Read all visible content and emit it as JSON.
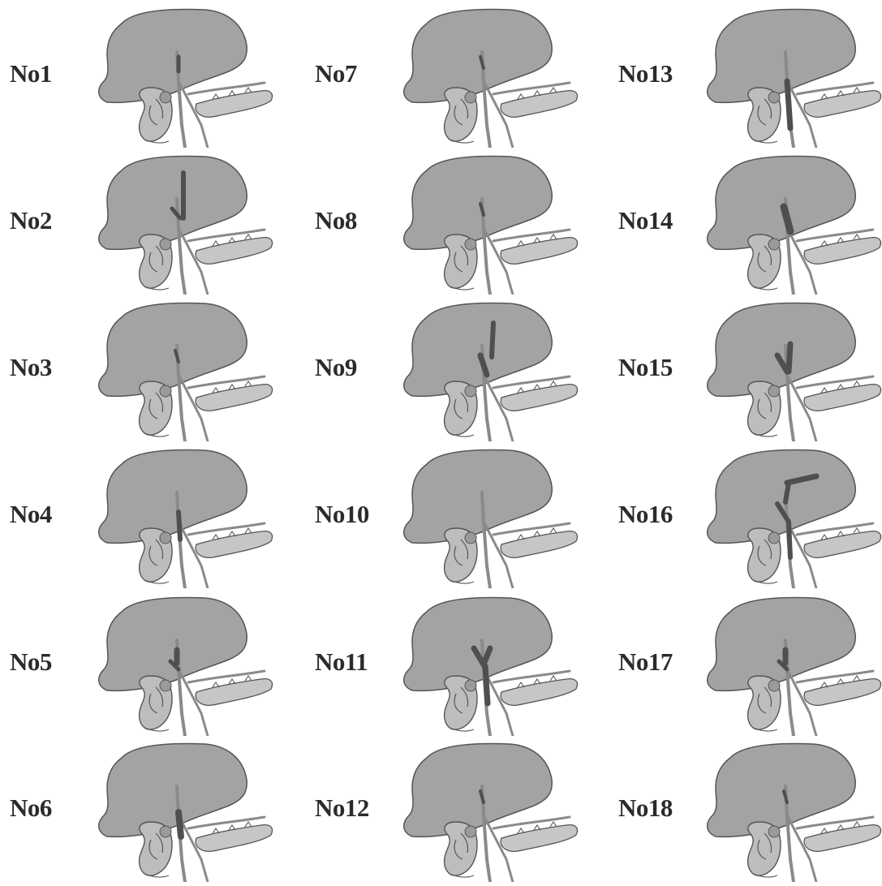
{
  "colors": {
    "liver": "#a3a3a3",
    "liver_edge": "#555555",
    "duct": "#8a8a8a",
    "highlight": "#4f4f4f",
    "stomach": "#bdbdbd",
    "pancreas": "#c6c6c6",
    "label": "#2b2b2b"
  },
  "icon": "liver-biliary-anatomy-icon",
  "panels": [
    {
      "label": "No1",
      "variant": "common-duct-faint"
    },
    {
      "label": "No2",
      "variant": "left-duct-long"
    },
    {
      "label": "No3",
      "variant": "hilum-faint"
    },
    {
      "label": "No4",
      "variant": "cbd-segment"
    },
    {
      "label": "No5",
      "variant": "hilum-branch"
    },
    {
      "label": "No6",
      "variant": "cbd-lower"
    },
    {
      "label": "No7",
      "variant": "hilum-faint"
    },
    {
      "label": "No8",
      "variant": "hilum-faint"
    },
    {
      "label": "No9",
      "variant": "left-duct-long-cbd"
    },
    {
      "label": "No10",
      "variant": "none"
    },
    {
      "label": "No11",
      "variant": "hilum-wide-cbd"
    },
    {
      "label": "No12",
      "variant": "hilum-faint"
    },
    {
      "label": "No13",
      "variant": "cbd-long"
    },
    {
      "label": "No14",
      "variant": "hilum-cbd"
    },
    {
      "label": "No15",
      "variant": "hilum-right"
    },
    {
      "label": "No16",
      "variant": "left-horizontal"
    },
    {
      "label": "No17",
      "variant": "hilum-branch"
    },
    {
      "label": "No18",
      "variant": "hilum-faint"
    }
  ]
}
